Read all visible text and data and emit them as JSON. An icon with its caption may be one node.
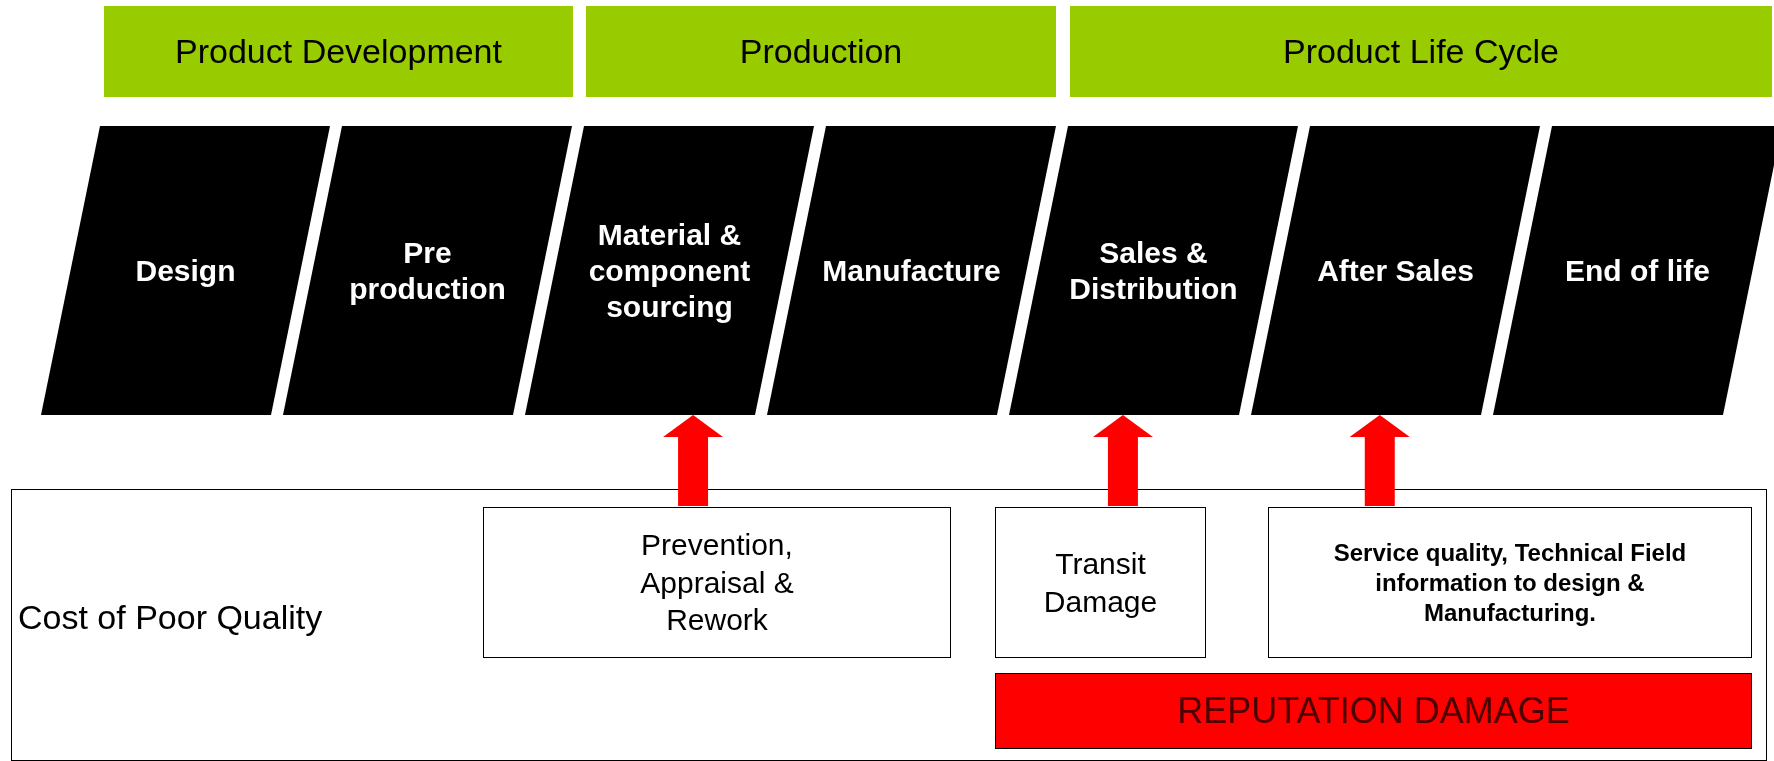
{
  "diagram": {
    "nodes": [
      {
        "text": [
          "Product Development"
        ]
      },
      {
        "text": [
          "Production"
        ]
      },
      {
        "text": [
          "Product Life Cycle"
        ]
      },
      {
        "text": [
          "Design"
        ]
      },
      {
        "text": [
          "Pre production"
        ]
      },
      {
        "text": [
          "Material & component sourcing"
        ]
      },
      {
        "text": [
          "Manufacture"
        ]
      },
      {
        "text": [
          "Sales & Distribution"
        ]
      },
      {
        "text": [
          "After Sales"
        ]
      },
      {
        "text": [
          "End of life"
        ]
      },
      {
        "text": [
          "Cost of Poor Quality"
        ]
      },
      {
        "text": [
          "Prevention, Appraisal & Rework"
        ],
        "in": 10
      },
      {
        "text": [
          "Transit Damage"
        ],
        "in": 10
      },
      {
        "text": [
          "Service quality, Technical Field information to design & Manufacturing."
        ],
        "in": 10
      },
      {
        "text": [
          "REPUTATION DAMAGE"
        ],
        "in": 10
      }
    ],
    "edges": [
      {
        "from": 11,
        "to": 5,
        "arrow": "to",
        "color": "#ff0000"
      },
      {
        "from": 12,
        "to": 7,
        "arrow": "to",
        "color": "#ff0000"
      },
      {
        "from": 13,
        "to": 8,
        "arrow": "to",
        "color": "#ff0000"
      }
    ]
  }
}
